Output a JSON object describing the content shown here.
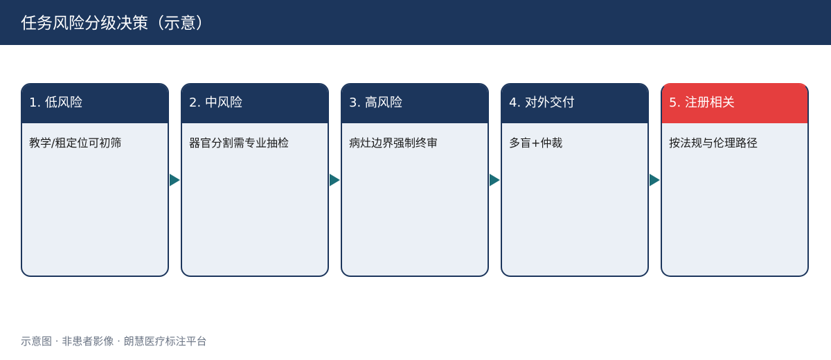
{
  "header": {
    "title": "任务风险分级决策（示意）"
  },
  "steps": [
    {
      "title": "1. 低风险",
      "desc": "教学/粗定位可初筛"
    },
    {
      "title": "2. 中风险",
      "desc": "器官分割需专业抽检"
    },
    {
      "title": "3. 高风险",
      "desc": "病灶边界强制终审"
    },
    {
      "title": "4. 对外交付",
      "desc": "多盲+仲裁"
    },
    {
      "title": "5. 注册相关",
      "desc": "按法规与伦理路径"
    }
  ],
  "footer": {
    "note": "示意图 · 非患者影像 · 朗慧医疗标注平台"
  },
  "colors": {
    "navy": "#1c365c",
    "highlight_red": "#e53e3e",
    "card_fill": "#ebf0f6",
    "arrow_teal": "#1b6e78"
  }
}
